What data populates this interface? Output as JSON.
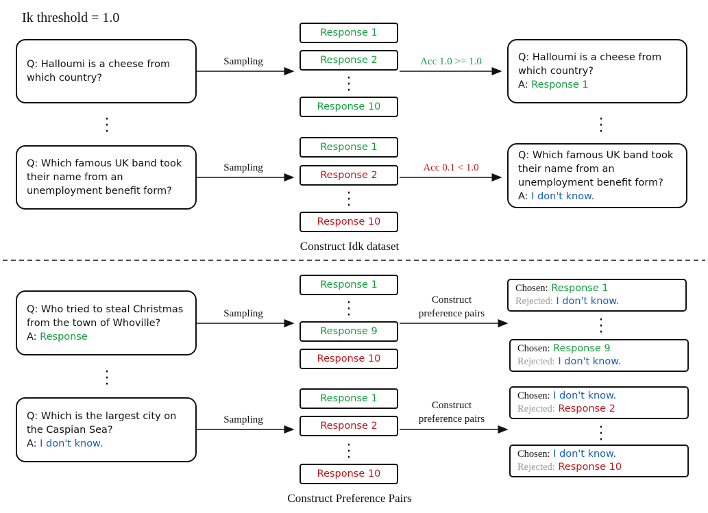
{
  "threshold_label": "Ik threshold = 1.0",
  "top": {
    "q1": "Q: Halloumi is a cheese from which country?",
    "q2": "Q: Which famous UK band took their name from an unemployment benefit form?",
    "sampling": "Sampling",
    "responses1": [
      "Response 1",
      "Response 2",
      "Response 10"
    ],
    "responses2": [
      "Response 1",
      "Response 2",
      "Response 10"
    ],
    "acc1": "Acc 1.0 >= 1.0",
    "acc2": "Acc 0.1 < 1.0",
    "out1_q": "Q: Halloumi is a cheese from which country?",
    "out1_a_prefix": "A:",
    "out1_a": "Response 1",
    "out2_q": "Q: Which famous UK band took their name from an unemployment benefit form?",
    "out2_a_prefix": "A:",
    "out2_a": "I don't know.",
    "caption": "Construct Idk dataset"
  },
  "bottom": {
    "q1": "Q: Who tried to steal Christmas from the town of Whoville?",
    "q1_a_prefix": "A:",
    "q1_a": "Response",
    "q2": "Q: Which is the largest city on the Caspian Sea?",
    "q2_a_prefix": "A:",
    "q2_a": "I don't know.",
    "sampling": "Sampling",
    "responses1": [
      "Response 1",
      "Response 9",
      "Response 10"
    ],
    "responses2": [
      "Response 1",
      "Response 2",
      "Response 10"
    ],
    "construct_label_line1": "Construct",
    "construct_label_line2": "preference pairs",
    "chosen_label": "Chosen:",
    "rejected_label": "Rejected:",
    "pairs1": [
      {
        "chosen": "Response 1",
        "rejected": "I don't know."
      },
      {
        "chosen": "Response 9",
        "rejected": "I don't know."
      }
    ],
    "pairs2": [
      {
        "chosen": "I don't know.",
        "rejected": "Response 2"
      },
      {
        "chosen": "I don't know.",
        "rejected": "Response 10"
      }
    ],
    "caption": "Construct Preference Pairs"
  },
  "colors": {
    "green": "#119e3c",
    "red": "#c0161a",
    "blue": "#1660b5",
    "gray": "#999999"
  }
}
